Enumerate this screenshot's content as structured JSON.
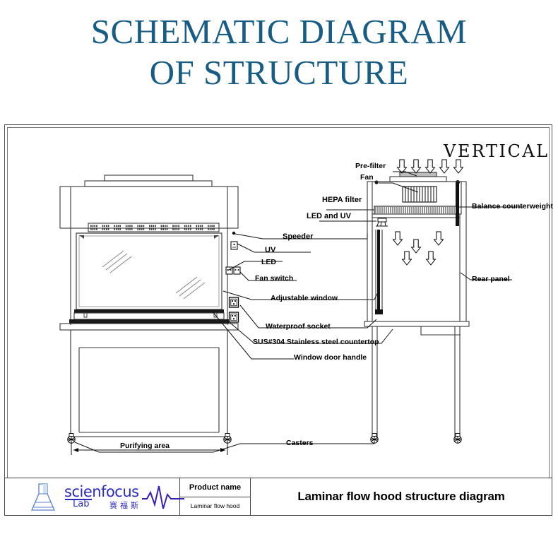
{
  "title": {
    "line1": "SCHEMATIC DIAGRAM",
    "line2": "OF STRUCTURE",
    "color": "#175c85"
  },
  "drawing": {
    "view_label": "VERTICAL",
    "callouts": [
      {
        "id": "pre-filter",
        "text": "Pre-filter"
      },
      {
        "id": "fan",
        "text": "Fan"
      },
      {
        "id": "hepa-filter",
        "text": "HEPA filter"
      },
      {
        "id": "led-and-uv",
        "text": "LED and UV"
      },
      {
        "id": "balance-counterweight",
        "text": "Balance counterweight"
      },
      {
        "id": "rear-panel",
        "text": "Rear panel"
      },
      {
        "id": "speeder",
        "text": "Speeder"
      },
      {
        "id": "uv",
        "text": "UV"
      },
      {
        "id": "led",
        "text": "LED"
      },
      {
        "id": "fan-switch",
        "text": "Fan switch"
      },
      {
        "id": "adjustable-window",
        "text": "Adjustable window"
      },
      {
        "id": "waterproof-socket",
        "text": "Waterproof socket"
      },
      {
        "id": "countertop",
        "text": "SUS#304 Stainless steel countertop"
      },
      {
        "id": "window-door-handle",
        "text": "Window door handle"
      },
      {
        "id": "purifying-area",
        "text": "Purifying area"
      },
      {
        "id": "casters",
        "text": "Casters"
      }
    ]
  },
  "titleblock": {
    "logo": {
      "brand": "scienfocus",
      "sub": "Lab",
      "cn": "赛福斯"
    },
    "product_name_label": "Product name",
    "product_name_value": "Laminar flow hood",
    "drawing_title": "Laminar flow hood structure diagram"
  }
}
